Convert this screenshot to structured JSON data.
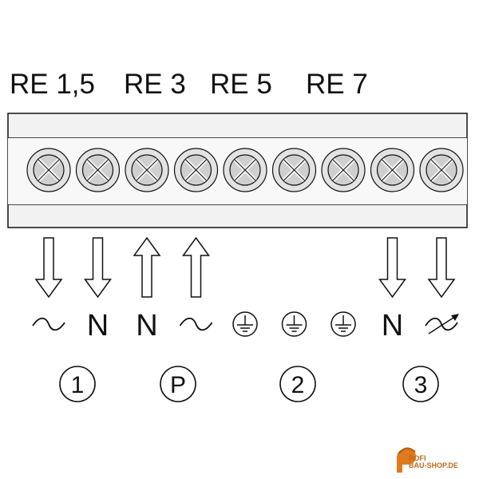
{
  "relay_labels": [
    "RE 1,5",
    "RE 3",
    "RE 5",
    "RE 7"
  ],
  "terminal_count": 9,
  "terminal_symbols": [
    "~",
    "N",
    "N",
    "~",
    "earth",
    "earth",
    "earth",
    "N",
    "variable"
  ],
  "arrows": [
    "down",
    "down",
    "up",
    "up",
    "none",
    "none",
    "none",
    "down",
    "down"
  ],
  "group_labels": [
    "1",
    "P",
    "2",
    "3"
  ],
  "logo": {
    "line1": "ROFI",
    "line2": "BAU-SHOP.DE",
    "icon": "hardhat-p-icon"
  },
  "colors": {
    "line": "#111111",
    "screw_fill": "#cfcfcf",
    "strip_fill": "#f2f2f2",
    "logo": "#e07a1f"
  }
}
